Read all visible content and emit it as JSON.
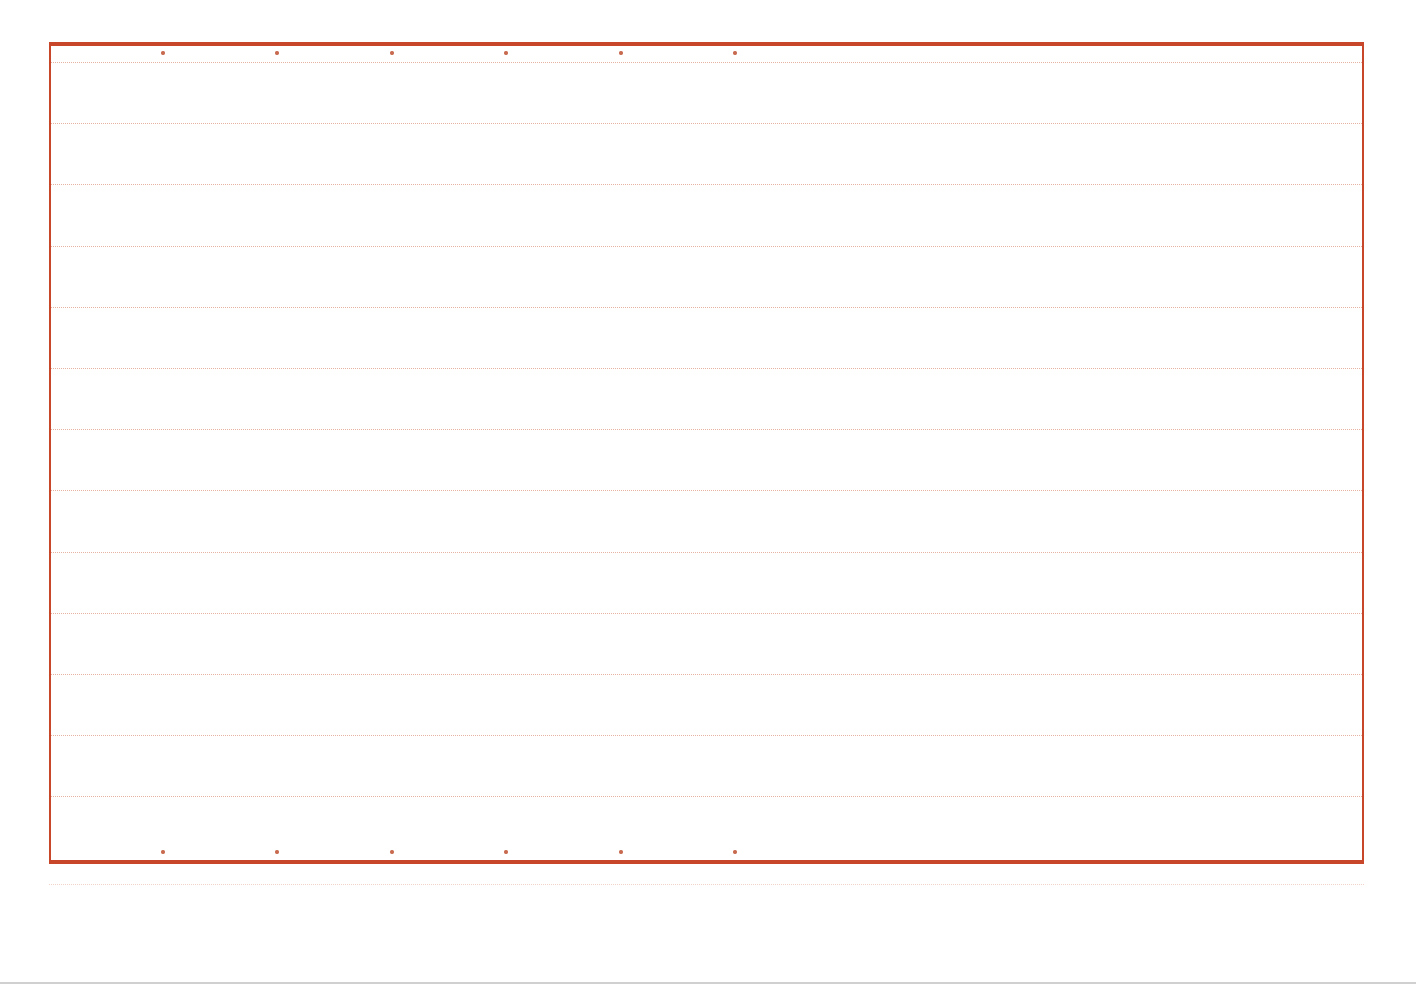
{
  "sheet": {
    "kind": "ruled-paper",
    "border_color": "#c8462a",
    "rule_color": "#e6b3a3",
    "hole_color": "#c86a50",
    "ruled_line_count": 13,
    "top_hole_count": 6,
    "bottom_hole_count": 6
  }
}
